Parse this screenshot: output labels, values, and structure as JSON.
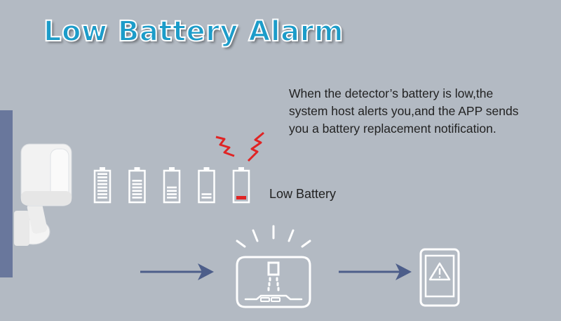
{
  "title": "Low Battery Alarm",
  "description": {
    "lines": [
      "When the detector’s battery is low,the",
      "system host alerts you,and the APP sends",
      "you a battery replacement notification."
    ]
  },
  "battery_label": "Low Battery",
  "battery_levels": [
    1.0,
    0.75,
    0.5,
    0.25,
    0.1
  ],
  "colors": {
    "background": "#b3bac3",
    "title": "#1c9cc9",
    "alert_red": "#e02424",
    "arrow": "#4d5e8a",
    "wall_panel": "#69779c"
  },
  "icons": {
    "sensor": "motion-detector-icon",
    "hub": "system-host-icon",
    "phone": "phone-alert-icon",
    "alert": "warning-triangle-icon"
  }
}
